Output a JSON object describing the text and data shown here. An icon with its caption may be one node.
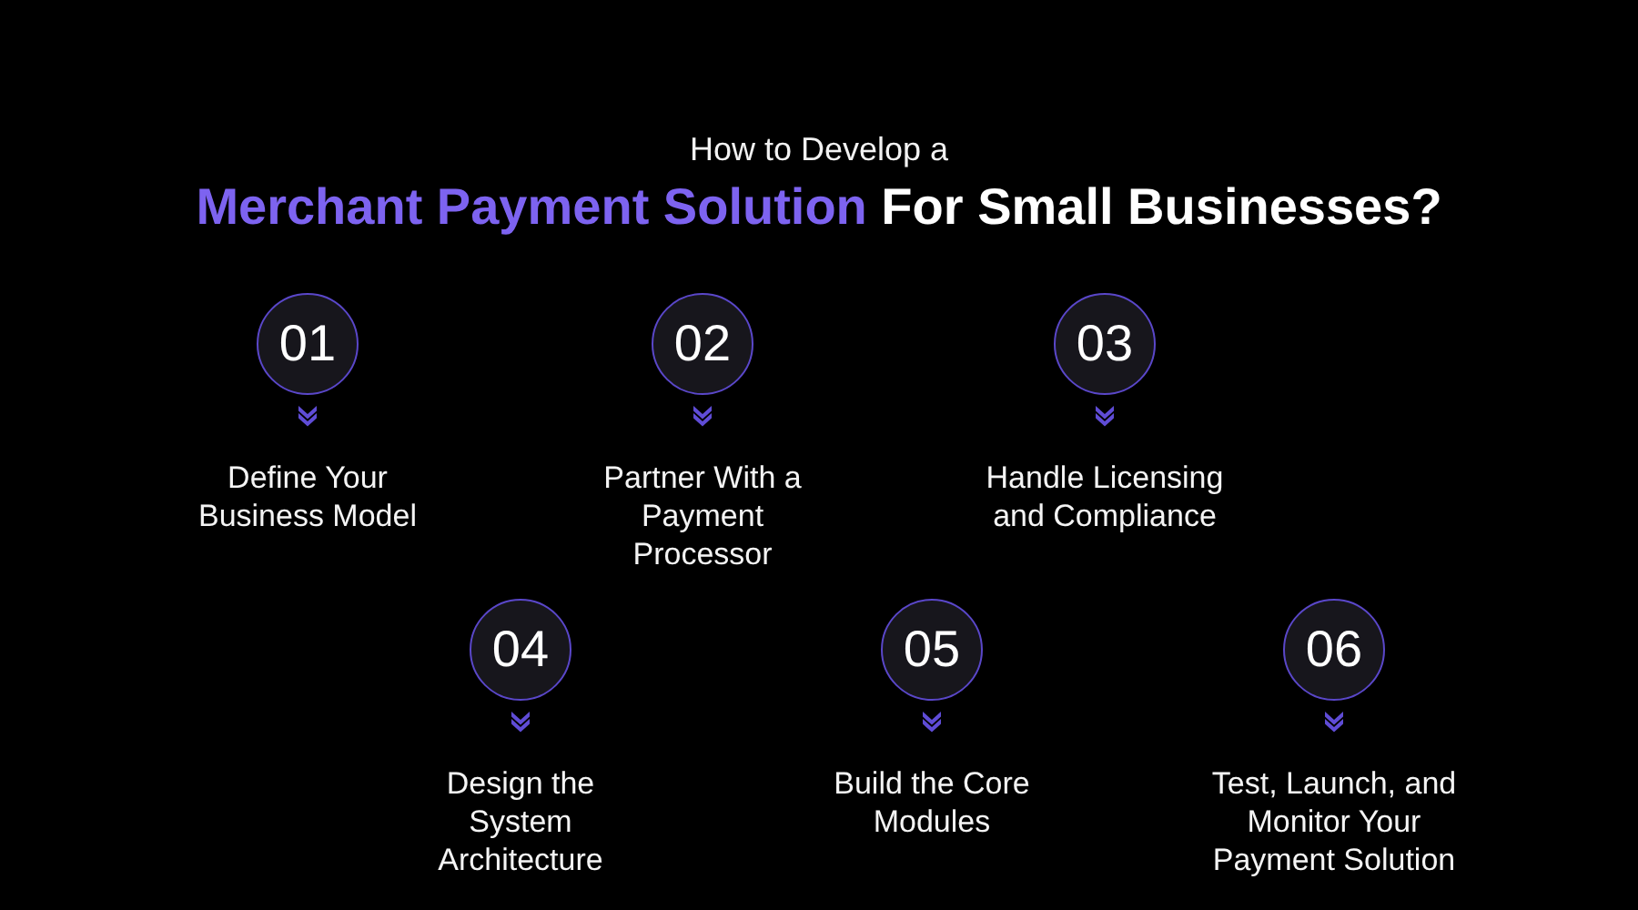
{
  "diagram": {
    "title": "**Merchant Payment Solution** For Small Businesses?",
    "labels": [
      "How to Develop a"
    ],
    "nodes": [
      {
        "text": [
          "01"
        ],
        "beside": [
          "Define Your Business Model"
        ]
      },
      {
        "text": [
          "02"
        ],
        "beside": [
          "Partner With a Payment Processor"
        ]
      },
      {
        "text": [
          "03"
        ],
        "beside": [
          "Handle Licensing and Compliance"
        ]
      },
      {
        "text": [
          "04"
        ],
        "beside": [
          "Design the System Architecture"
        ]
      },
      {
        "text": [
          "05"
        ],
        "beside": [
          "Build the Core Modules"
        ]
      },
      {
        "text": [
          "06"
        ],
        "beside": [
          "Test, Launch, and Monitor Your Payment Solution"
        ]
      }
    ]
  }
}
